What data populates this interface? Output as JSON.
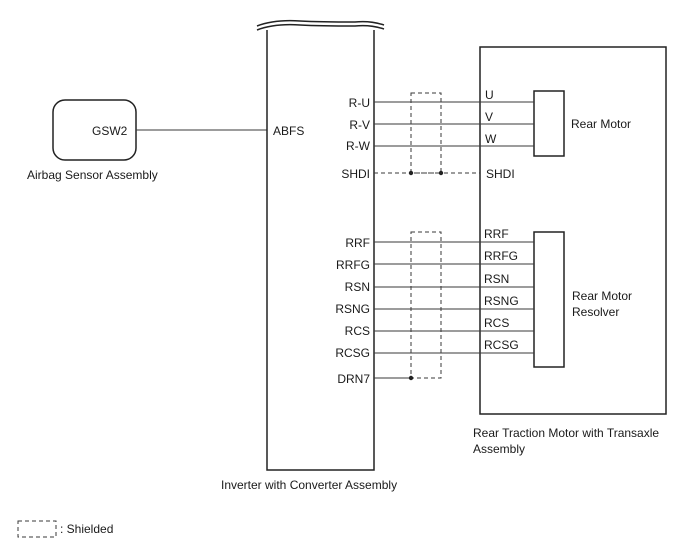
{
  "components": {
    "airbag": {
      "title": "Airbag Sensor Assembly",
      "pin": "GSW2"
    },
    "inverter": {
      "title": "Inverter with Converter Assembly",
      "pin_abfs": "ABFS",
      "motor_pins": [
        "R-U",
        "R-V",
        "R-W"
      ],
      "shield_drain_motor": "SHDI",
      "resolver_pins": [
        "RRF",
        "RRFG",
        "RSN",
        "RSNG",
        "RCS",
        "RCSG"
      ],
      "shield_drain_resolver": "DRN7"
    },
    "transaxle": {
      "title_line1": "Rear Traction Motor with Transaxle",
      "title_line2": "Assembly",
      "motor_pins": [
        "U",
        "V",
        "W"
      ],
      "shield_drain_motor": "SHDI",
      "resolver_pins": [
        "RRF",
        "RRFG",
        "RSN",
        "RSNG",
        "RCS",
        "RCSG"
      ],
      "motor_label": "Rear Motor",
      "resolver_label_line1": "Rear Motor",
      "resolver_label_line2": "Resolver"
    }
  },
  "legend": {
    "shield_label": ": Shielded"
  }
}
